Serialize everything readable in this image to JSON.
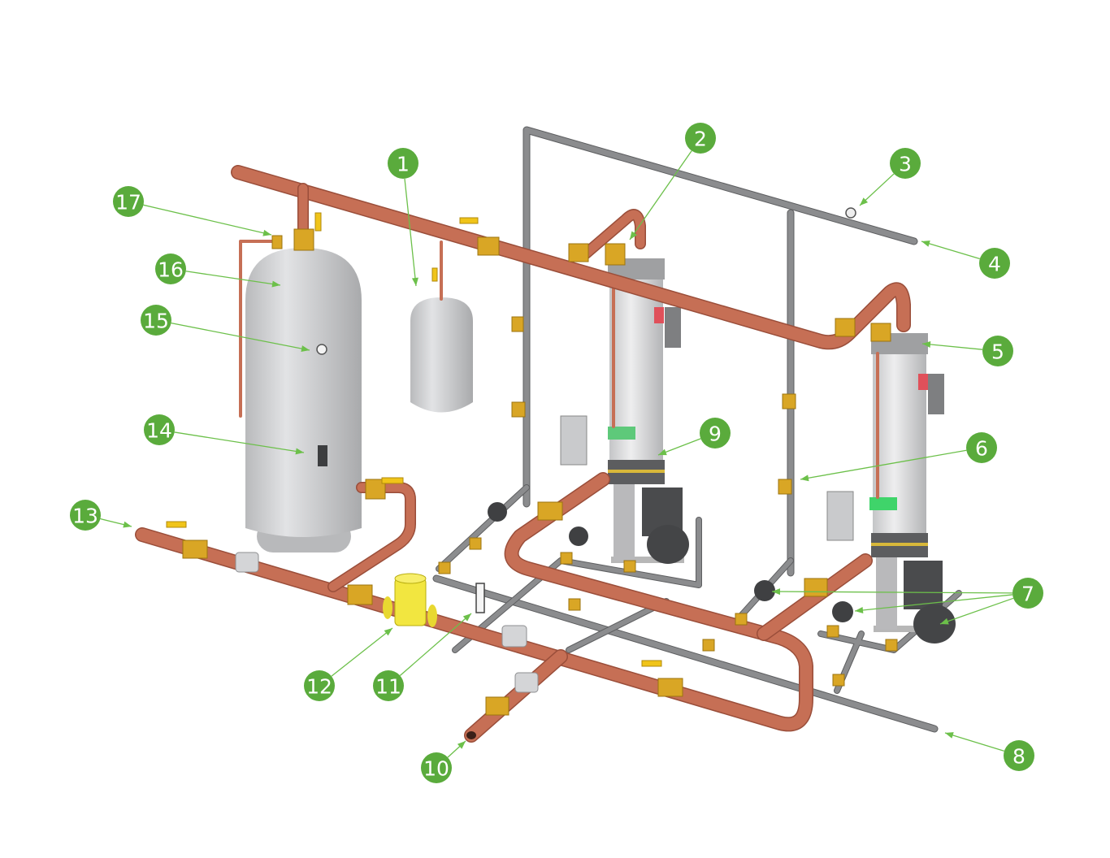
{
  "diagram": {
    "type": "isometric piping schematic",
    "colors": {
      "callout": "#5aab3c",
      "leader": "#6cc04a",
      "copper_pipe": "#c66f55",
      "steel_pipe": "#8b8c8e",
      "brass_valve": "#d9a625",
      "tank": "#c9cacc"
    },
    "callouts": [
      {
        "label": "1"
      },
      {
        "label": "2"
      },
      {
        "label": "3"
      },
      {
        "label": "4"
      },
      {
        "label": "5"
      },
      {
        "label": "6"
      },
      {
        "label": "7"
      },
      {
        "label": "8"
      },
      {
        "label": "9"
      },
      {
        "label": "10"
      },
      {
        "label": "11"
      },
      {
        "label": "12"
      },
      {
        "label": "13"
      },
      {
        "label": "14"
      },
      {
        "label": "15"
      },
      {
        "label": "16"
      },
      {
        "label": "17"
      }
    ]
  }
}
